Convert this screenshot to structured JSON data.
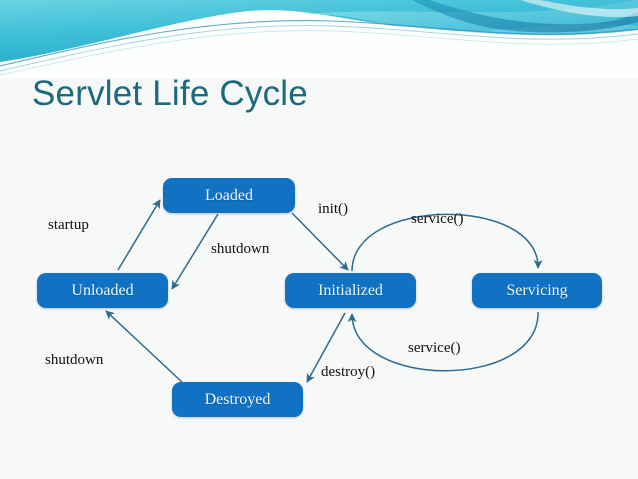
{
  "slide": {
    "title": "Servlet Life Cycle",
    "background_color": "#f7f8f8",
    "title_color": "#1b6a7d",
    "banner": {
      "name": "decorative-wave-banner",
      "colors": [
        "#6fd4e0",
        "#35b8d4",
        "#1e9fc4",
        "#ffffff"
      ]
    }
  },
  "diagram": {
    "type": "state-diagram",
    "node_color": "#1171c2",
    "node_text_color": "#eef4fb",
    "edge_color": "#2f6b8f",
    "nodes": [
      {
        "id": "loaded",
        "label": "Loaded"
      },
      {
        "id": "unloaded",
        "label": "Unloaded"
      },
      {
        "id": "initialized",
        "label": "Initialized"
      },
      {
        "id": "servicing",
        "label": "Servicing"
      },
      {
        "id": "destroyed",
        "label": "Destroyed"
      }
    ],
    "edges": [
      {
        "id": "startup",
        "label": "startup",
        "from": "unloaded",
        "to": "loaded"
      },
      {
        "id": "shutdown-top",
        "label": "shutdown",
        "from": "loaded",
        "to": "unloaded"
      },
      {
        "id": "init",
        "label": "init()",
        "from": "loaded",
        "to": "initialized"
      },
      {
        "id": "service-top",
        "label": "service()",
        "from": "initialized",
        "to": "servicing"
      },
      {
        "id": "service-bot",
        "label": "service()",
        "from": "servicing",
        "to": "initialized"
      },
      {
        "id": "destroy",
        "label": "destroy()",
        "from": "initialized",
        "to": "destroyed"
      },
      {
        "id": "shutdown-bot",
        "label": "shutdown",
        "from": "destroyed",
        "to": "unloaded"
      }
    ]
  }
}
